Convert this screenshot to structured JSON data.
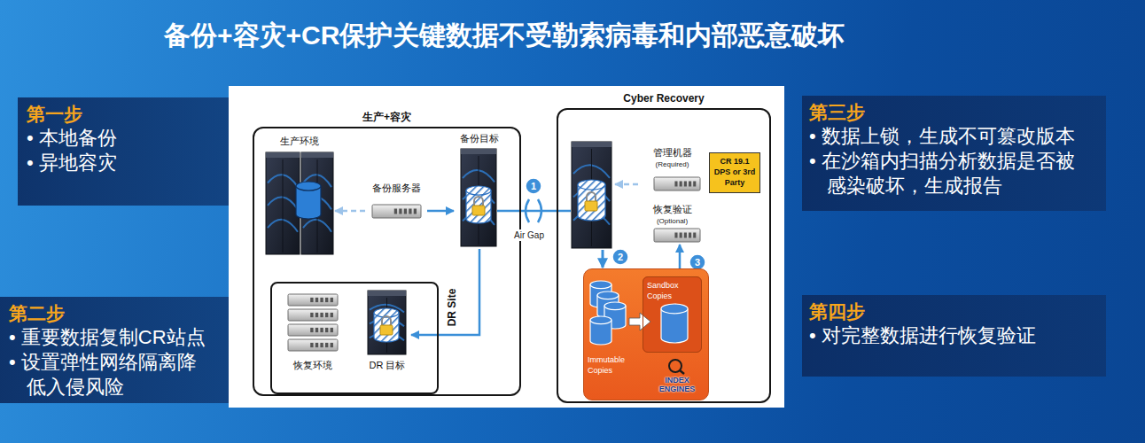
{
  "diagram": {
    "title": "备份+容灾+CR保护关键数据不受勒索病毒和内部恶意破坏",
    "nodes": [
      {
        "text": [
          "第一步",
          "• 本地备份",
          "• 异地容灾"
        ]
      },
      {
        "text": [
          "第二步",
          "• 重要数据复制CR站点",
          "• 设置弹性网络隔离降 低入侵风险"
        ]
      },
      {
        "text": [
          "第三步",
          "• 数据上锁，生成不可篡改版本",
          "• 在沙箱内扫描分析数据是否被 感染破坏，生成报告"
        ]
      },
      {
        "text": [
          "第四步",
          "• 对完整数据进行恢复验证"
        ]
      },
      {
        "text": [
          "生产+容灾"
        ]
      },
      {
        "text": [
          "生产环境"
        ],
        "in": 4
      },
      {
        "text": [
          "备份服务器"
        ],
        "in": 4
      },
      {
        "text": [
          "备份目标"
        ],
        "in": 4
      },
      {
        "text": [
          "DR Site"
        ],
        "in": 4
      },
      {
        "text": [
          "恢复环境"
        ],
        "in": 8
      },
      {
        "text": [
          "DR 目标"
        ],
        "in": 8
      },
      {
        "text": [
          "Cyber Recovery"
        ]
      },
      {
        "text": [
          "管理机器",
          "(Required)"
        ],
        "in": 11
      },
      {
        "text": [
          "CR 19.1 DPS or 3rd Party"
        ],
        "in": 11
      },
      {
        "text": [
          "恢复验证",
          "(Optional)"
        ],
        "in": 11
      },
      {
        "text": [
          "Immutable Copies"
        ],
        "in": 11
      },
      {
        "text": [
          "Sandbox Copies"
        ],
        "in": 15
      }
    ],
    "edges": [
      {
        "from": 6,
        "to": 5,
        "arrow": "to"
      },
      {
        "from": 6,
        "to": 7,
        "arrow": "to"
      },
      {
        "from": 7,
        "to": 10,
        "arrow": "to"
      },
      {
        "from": 16,
        "to": 14,
        "arrow": "to"
      }
    ],
    "labels": [
      "1",
      "2",
      "3",
      "Air Gap",
      "INDEX ENGINES"
    ]
  }
}
